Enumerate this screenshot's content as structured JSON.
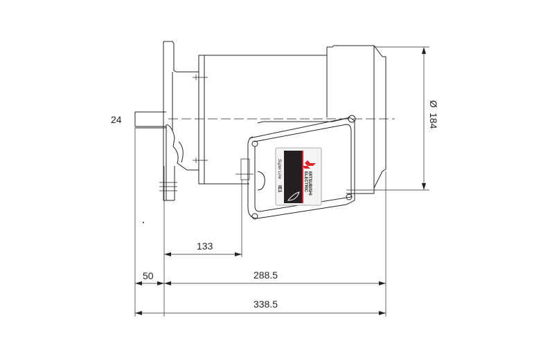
{
  "drawing": {
    "dimensions": {
      "shaft_height": "24",
      "diameter_symbol": "Ø",
      "diameter": "184",
      "flange_to_box": "133",
      "shaft_length": "50",
      "body_length": "288.5",
      "overall_length": "338.5"
    },
    "nameplate": {
      "brand_line1": "MITSUBISHI",
      "brand_line2": "ELECTRIC",
      "series": "Super Line",
      "series_suffix": "IE1"
    },
    "colors": {
      "line": "#222222",
      "logo_red": "#e0202a",
      "plate_dark": "#231f20"
    }
  }
}
